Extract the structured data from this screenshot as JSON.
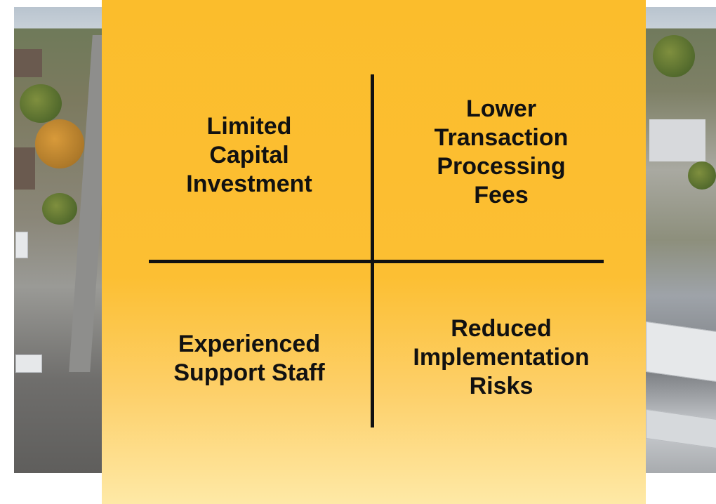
{
  "quadrants": {
    "top_left": {
      "lines": [
        "Limited",
        "Capital",
        "Investment"
      ]
    },
    "top_right": {
      "lines": [
        "Lower",
        "Transaction",
        "Processing",
        "Fees"
      ]
    },
    "bottom_left": {
      "lines": [
        "Experienced",
        "Support Staff"
      ]
    },
    "bottom_right": {
      "lines": [
        "Reduced",
        "Implementation",
        "Risks"
      ]
    }
  },
  "colors": {
    "panel": "#fbbd2c",
    "divider": "#111111",
    "text": "#111111"
  }
}
